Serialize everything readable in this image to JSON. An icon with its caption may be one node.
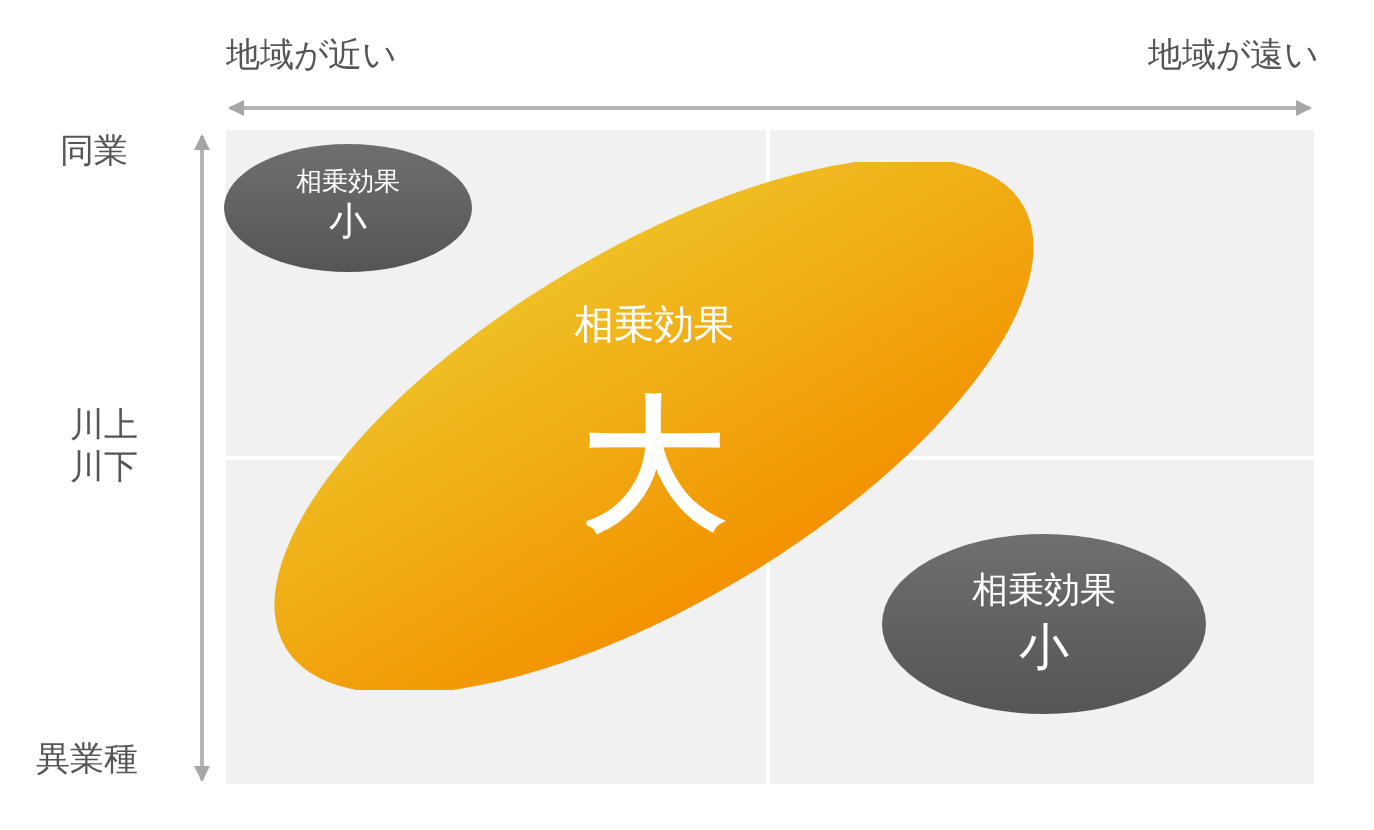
{
  "diagram": {
    "nodes": [
      {
        "text": [
          "相乗効果",
          "小"
        ]
      },
      {
        "text": [
          "相乗効果",
          "大"
        ]
      },
      {
        "text": [
          "相乗効果",
          "小"
        ]
      }
    ],
    "labels": [
      "地域が近い",
      "地域が遠い",
      "同業",
      "川上川下",
      "異業種"
    ]
  }
}
